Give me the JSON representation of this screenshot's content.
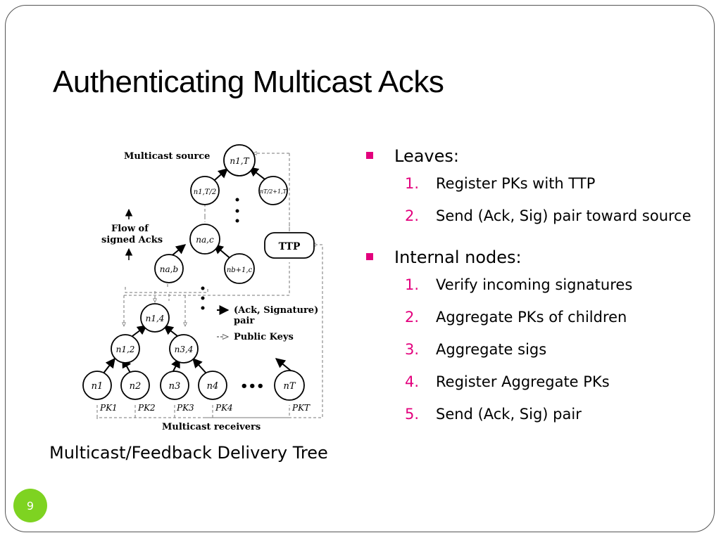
{
  "slide": {
    "title": "Authenticating Multicast Acks",
    "caption": "Multicast/Feedback Delivery Tree",
    "page_number": "9",
    "accent_color": "#e3007d",
    "page_badge_color": "#7ed321"
  },
  "diagram": {
    "label_source": "Multicast source",
    "label_flow_line1": "Flow of",
    "label_flow_line2": "signed Acks",
    "label_ttp": "TTP",
    "legend_ack_line1": "(Ack, Signature)",
    "legend_ack_line2": "pair",
    "legend_pk": "Public Keys",
    "label_receivers": "Multicast receivers",
    "ellipsis": "•••",
    "nodes": {
      "n1T": "n1,T",
      "n1T2": "n1,T/2",
      "nT2T": "nT/2+1,T",
      "nac": "na,c",
      "nab": "na,b",
      "nb1c": "nb+1,c",
      "n14": "n1,4",
      "n12": "n1,2",
      "n34": "n3,4",
      "n1": "n1",
      "n2": "n2",
      "n3": "n3",
      "n4": "n4",
      "nT": "nT"
    },
    "pk_labels": [
      "PK1",
      "PK2",
      "PK3",
      "PK4",
      "PKT"
    ]
  },
  "bullets": [
    {
      "heading": "Leaves:",
      "items": [
        {
          "num": "1.",
          "text": "Register PKs with TTP"
        },
        {
          "num": "2.",
          "text": "Send (Ack, Sig) pair toward source"
        }
      ]
    },
    {
      "heading": "Internal nodes:",
      "items": [
        {
          "num": "1.",
          "text": "Verify incoming signatures"
        },
        {
          "num": "2.",
          "text": "Aggregate PKs of children"
        },
        {
          "num": "3.",
          "text": "Aggregate sigs"
        },
        {
          "num": "4.",
          "text": "Register Aggregate PKs"
        },
        {
          "num": "5.",
          "text": "Send (Ack, Sig) pair"
        }
      ]
    }
  ]
}
